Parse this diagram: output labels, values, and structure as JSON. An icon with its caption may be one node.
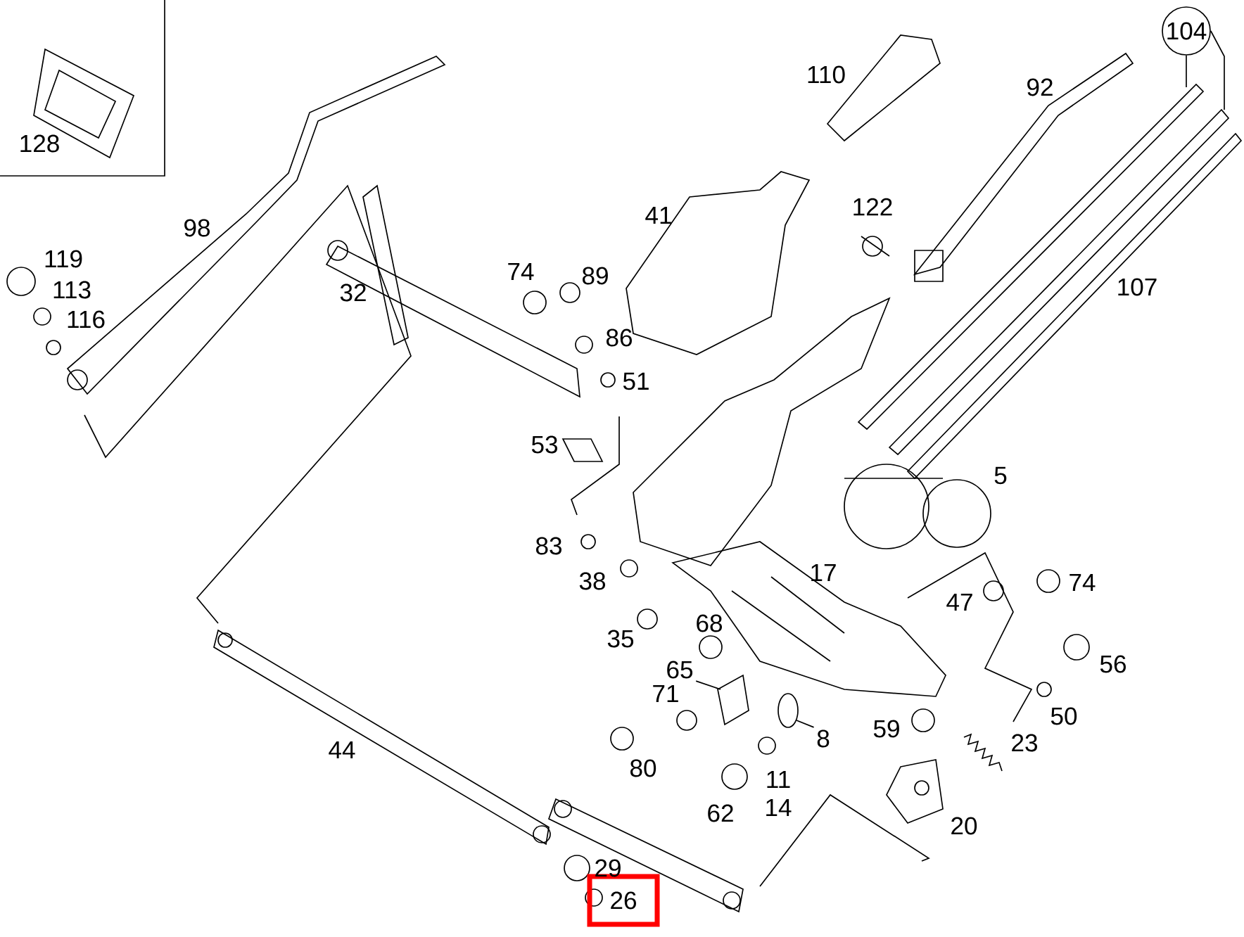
{
  "diagram": {
    "nodes": [
      {
        "text": [
          "104"
        ]
      },
      {
        "text": [
          "65"
        ]
      },
      {
        "text": [
          "8"
        ]
      },
      {
        "text": [
          "26"
        ]
      }
    ],
    "edges": [
      {
        "from": 0,
        "to": null,
        "arrow": "none"
      },
      {
        "from": 0,
        "to": null,
        "arrow": "none"
      },
      {
        "from": 1,
        "to": null,
        "arrow": "none"
      },
      {
        "from": 2,
        "to": null,
        "arrow": "none"
      }
    ],
    "labels": [
      "128",
      "110",
      "92",
      "98",
      "41",
      "122",
      "119",
      "113",
      "116",
      "74",
      "89",
      "32",
      "86",
      "107",
      "51",
      "53",
      "5",
      "83",
      "38",
      "17",
      "74",
      "47",
      "35",
      "68",
      "56",
      "71",
      "50",
      "59",
      "23",
      "44",
      "80",
      "11",
      "14",
      "62",
      "20",
      "29"
    ]
  }
}
